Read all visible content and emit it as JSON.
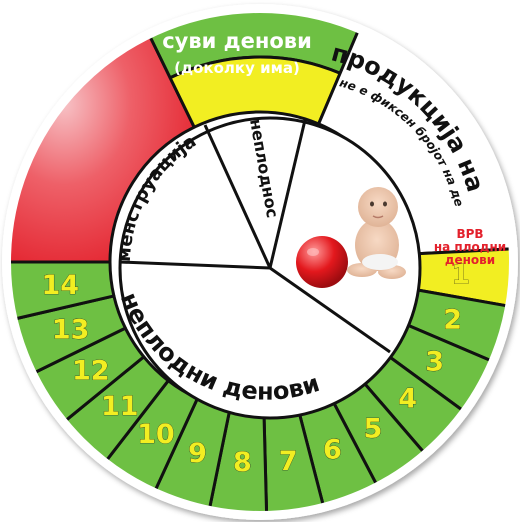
{
  "dry_days": {
    "title": "суви денови",
    "subtitle": "(доколку има)"
  },
  "mucus_production": {
    "title": "продукција на слуз",
    "subtitle": "не е фиксен бројот на денови"
  },
  "peak_fertile": {
    "line1": "ВРВ",
    "line2": "на плодни",
    "line3": "денови"
  },
  "menstruation": "менструација",
  "infertile_short": "неплоднос",
  "infertile_days": "неплодни денови",
  "day_numbers": [
    "1",
    "2",
    "3",
    "4",
    "5",
    "6",
    "7",
    "8",
    "9",
    "10",
    "11",
    "12",
    "13",
    "14"
  ],
  "image": {
    "alt": "baby sitting with red ball"
  },
  "colors": {
    "red": "#e8313a",
    "green": "#6ec043",
    "yellow": "#f2ee22",
    "white": "#ffffff",
    "outline": "#111111"
  }
}
